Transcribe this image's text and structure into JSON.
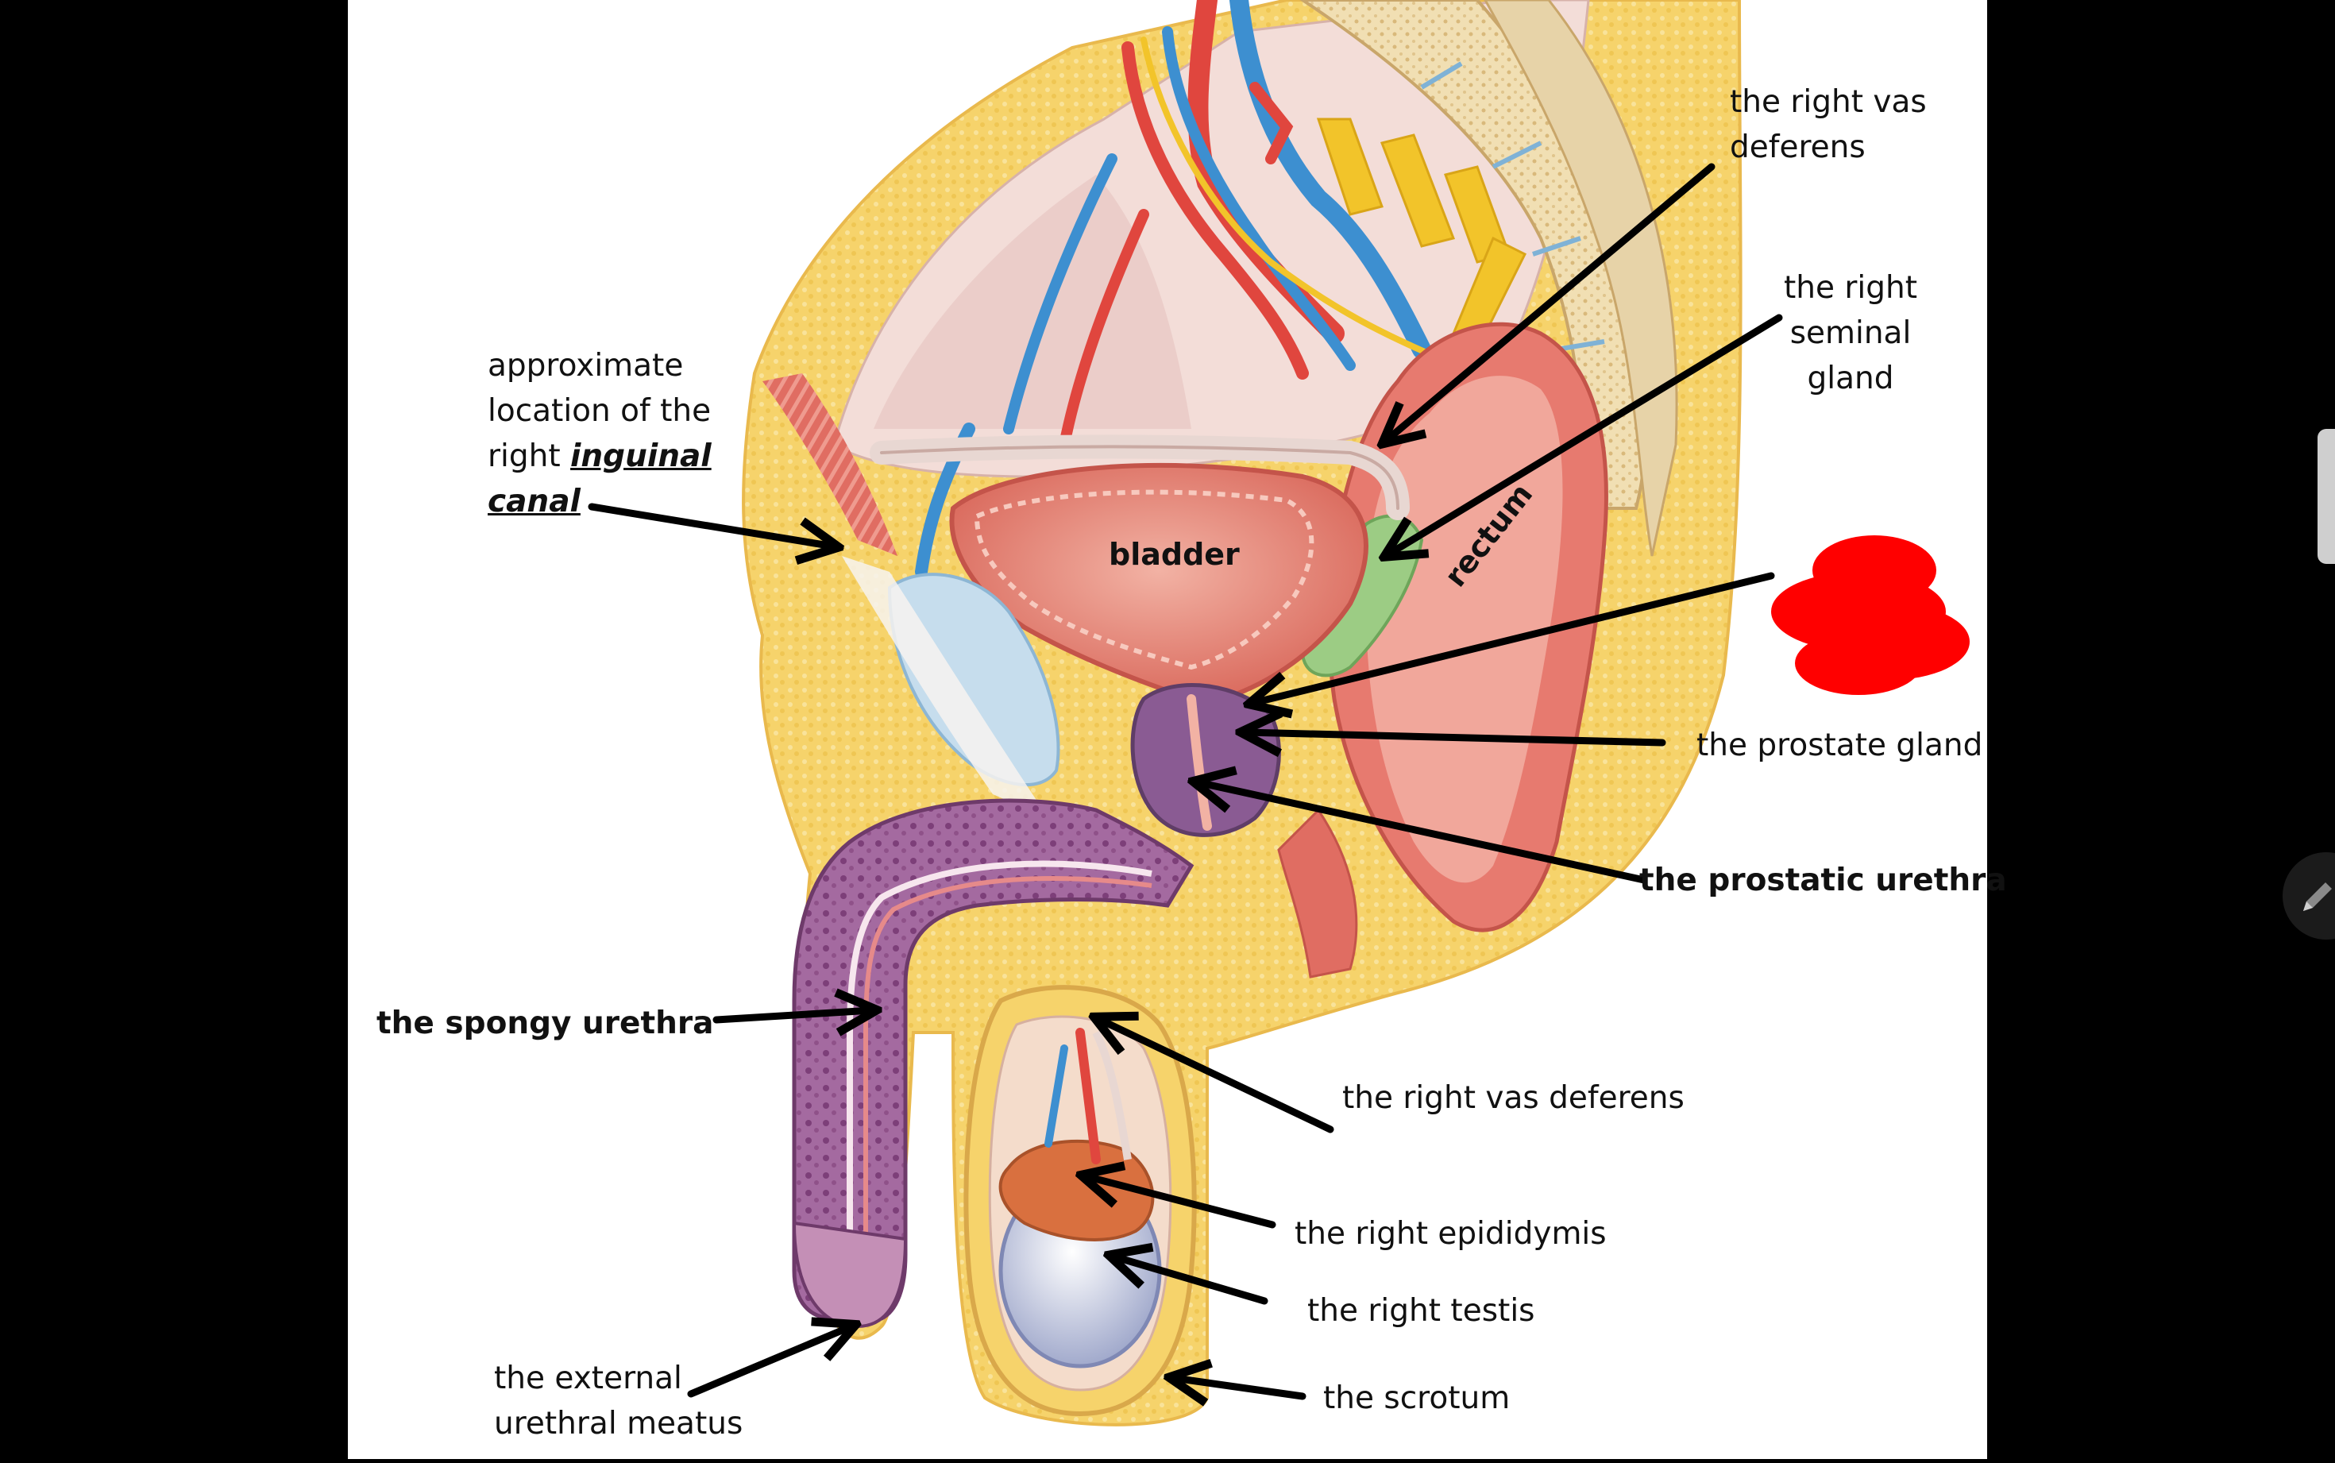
{
  "labels": {
    "vas_deferens_top_1": "the right vas",
    "vas_deferens_top_2": "deferens",
    "seminal_1": "the right",
    "seminal_2": "seminal",
    "seminal_3": "gland",
    "inguinal_1": "approximate",
    "inguinal_2": "location of the",
    "inguinal_3a": "right ",
    "inguinal_3b": "inguinal",
    "inguinal_4": "canal",
    "prostate_gland": "the prostate gland",
    "prostatic_urethra": "the prostatic urethra",
    "spongy_urethra": "the spongy urethra",
    "vas_deferens_mid": "the right vas deferens",
    "epididymis": "the right epididymis",
    "testis": "the right testis",
    "external_1": "the external",
    "external_2": "urethral meatus",
    "scrotum": "the scrotum"
  },
  "organs": {
    "bladder": "bladder",
    "rectum": "rectum"
  },
  "controls": {
    "side_tab": "side-panel-handle",
    "pen": "pen-icon"
  },
  "colors": {
    "redaction": "#ff0000",
    "skin_fat": "#f6d36b",
    "muscle": "#e06d62",
    "bladder": "#e98a7c",
    "prostate": "#8a5b93",
    "penis": "#a46aa0",
    "artery": "#e0463e",
    "vein": "#3d8fd0",
    "nerve": "#f2c42a",
    "bone": "#f1dfb3",
    "testis": "#e9eef5",
    "epididymis": "#d9703f",
    "seminal": "#9ccc84"
  }
}
